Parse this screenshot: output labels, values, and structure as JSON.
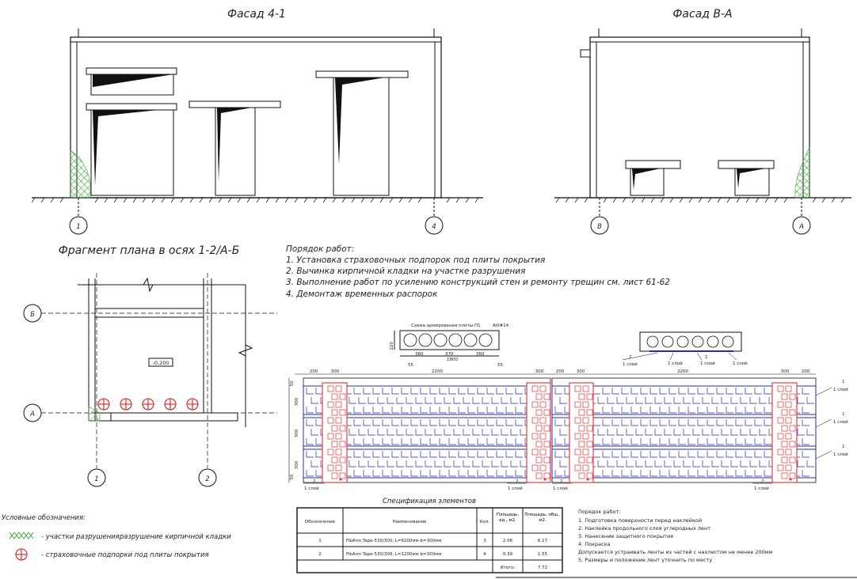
{
  "titles": {
    "facade_4_1": "Фасад 4-1",
    "facade_v_a": "Фасад В-А",
    "plan_fragment": "Фрагмент плана в осях 1-2/А-Б"
  },
  "axes": {
    "facade_4_1": [
      "1",
      "4"
    ],
    "facade_v_a": [
      "В",
      "А"
    ],
    "plan_horizontal": [
      "Б",
      "А"
    ],
    "plan_vertical": [
      "1",
      "2"
    ]
  },
  "plan_level": "-0,200",
  "work_order_1": {
    "heading": "Порядок работ:",
    "steps": [
      "1. Установка страховочных подпорок под плиты покрытия",
      "2. Вычинка кирпичной кладки на участке разрушения",
      "3. Выполнение работ по усилению конструкций стен и ремонту трещин см. лист 61-62",
      "4. Демонтаж временных распорок"
    ]
  },
  "legend": {
    "heading": "Условные обозначения:",
    "items": [
      "- участки разрушенияразрушение кирпичной кладки",
      "- страховочные подпорки под плиты покрытия"
    ]
  },
  "slab_scheme": {
    "title": "Схема армирования плиты П1",
    "rebar": "AIII#14",
    "height": "220",
    "dims": [
      "55",
      "360",
      "370",
      "360",
      "55"
    ],
    "total": "1800"
  },
  "slab_layers": [
    "2",
    "1 слой",
    "1 слой",
    "1",
    "1 слой",
    "1 слой"
  ],
  "strip_plan": {
    "top_dims": [
      "200",
      "300",
      "2200",
      "300",
      "200",
      "300",
      "2200",
      "300",
      "200"
    ],
    "left_dims": [
      "50",
      "300",
      "300",
      "300",
      "50"
    ],
    "right_labels": [
      "1",
      "1 слой",
      "1",
      "1 слой",
      "1",
      "1 слой"
    ],
    "bottom_labels": [
      "2",
      "1 слой",
      "2",
      "1 слой",
      "2",
      "1 слой",
      "2",
      "1 слой"
    ]
  },
  "spec": {
    "title": "Спецификация элементов",
    "headers": [
      "Обозначение",
      "Наименование",
      "Кол.",
      "Площадь, ед., м2.",
      "Площадь, общ., м2."
    ],
    "rows": [
      [
        "1",
        "FibArm Tape-530/300, L=6200мм b=300мм",
        "3",
        "2.06",
        "6.17"
      ],
      [
        "2",
        "FibArm Tape-530/300, L=1200мм b=300мм",
        "4",
        "0.39",
        "1.55"
      ]
    ],
    "total_label": "Итого:",
    "total_value": "7.72"
  },
  "work_order_2": {
    "heading": "Порядок работ:",
    "steps": [
      "1. Подготовка поверхности перед наклейкой",
      "2. Наклейка продольного слоя углеродных лент",
      "3. Нанесение защитного покрытия",
      "4. Покраска",
      "Допускается устраивать ленты из частей с нахлестом не менее 200мм",
      "5. Размеры и положение лент уточнить по месту"
    ]
  },
  "colors": {
    "hatch": "#3ca83c",
    "support": "#d42020",
    "strip_blue": "#2a2ab0",
    "strip_red": "#e03030"
  }
}
